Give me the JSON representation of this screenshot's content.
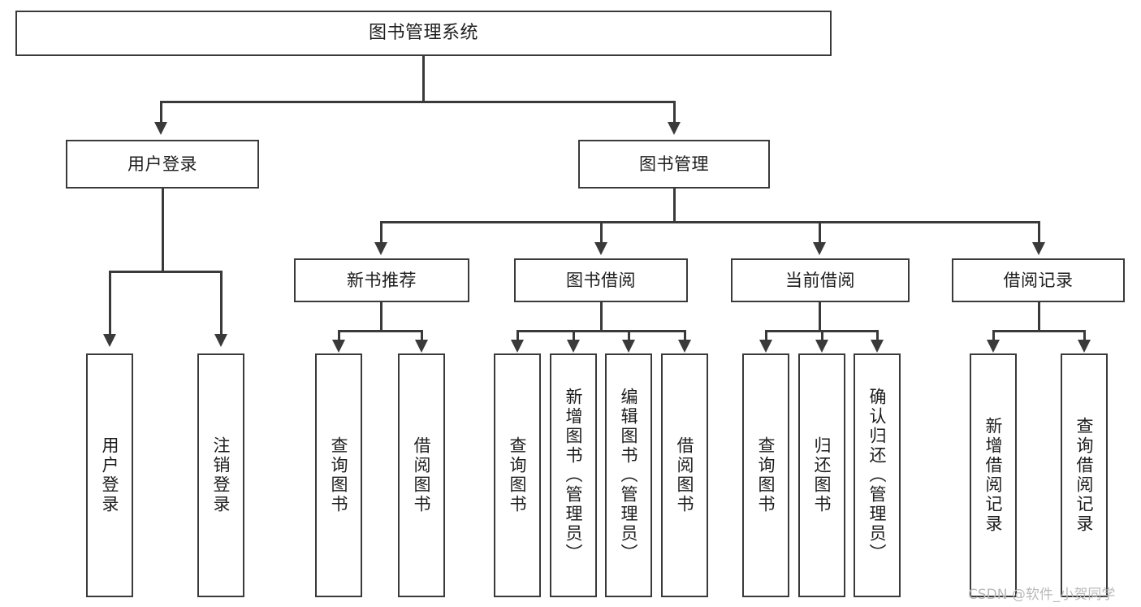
{
  "diagram": {
    "title": "图书管理系统",
    "type": "tree-hierarchy",
    "root": {
      "label": "图书管理系统"
    },
    "level2": [
      {
        "label": "用户登录"
      },
      {
        "label": "图书管理"
      }
    ],
    "level3": [
      {
        "label": "新书推荐"
      },
      {
        "label": "图书借阅"
      },
      {
        "label": "当前借阅"
      },
      {
        "label": "借阅记录"
      }
    ],
    "leaves": {
      "user_login": [
        {
          "label": "用户登录"
        },
        {
          "label": "注销登录"
        }
      ],
      "new_book_recommend": [
        {
          "label": "查询图书"
        },
        {
          "label": "借阅图书"
        }
      ],
      "book_borrow": [
        {
          "label": "查询图书"
        },
        {
          "label": "新增图书（管理员）"
        },
        {
          "label": "编辑图书（管理员）"
        },
        {
          "label": "借阅图书"
        }
      ],
      "current_borrow": [
        {
          "label": "查询图书"
        },
        {
          "label": "归还图书"
        },
        {
          "label": "确认归还（管理员）"
        }
      ],
      "borrow_record": [
        {
          "label": "新增借阅记录"
        },
        {
          "label": "查询借阅记录"
        }
      ]
    }
  },
  "watermark": {
    "text": "CSDN @软件_小贺同学"
  },
  "colors": {
    "stroke": "#3a3a3a",
    "text": "#1d1d1d",
    "background": "#ffffff",
    "watermark": "#b9b9b9"
  }
}
